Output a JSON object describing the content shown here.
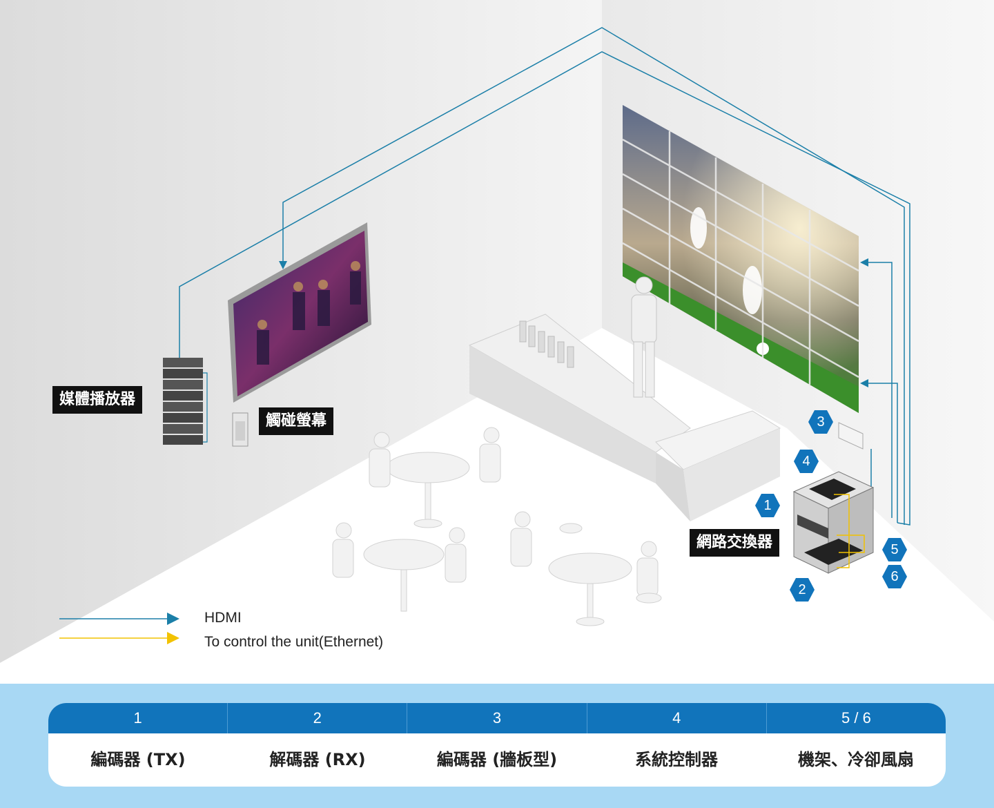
{
  "labels": {
    "media_player": "媒體播放器",
    "touch_screen": "觸碰螢幕",
    "network_switch": "網路交換器"
  },
  "badges": [
    "1",
    "2",
    "3",
    "4",
    "5",
    "6"
  ],
  "legend": {
    "hdmi": "HDMI",
    "ethernet": "To control the unit(Ethernet)"
  },
  "colors": {
    "hdmi_line": "#1b7fa8",
    "ethernet_line": "#f2c200",
    "badge": "#1174bb",
    "table_header": "#1174bb",
    "band": "#a8d8f4"
  },
  "table": {
    "headers": [
      "1",
      "2",
      "3",
      "4",
      "5 / 6"
    ],
    "cells": [
      "編碼器 (TX)",
      "解碼器 (RX)",
      "編碼器 (牆板型)",
      "系統控制器",
      "機架、冷卻風扇"
    ]
  }
}
